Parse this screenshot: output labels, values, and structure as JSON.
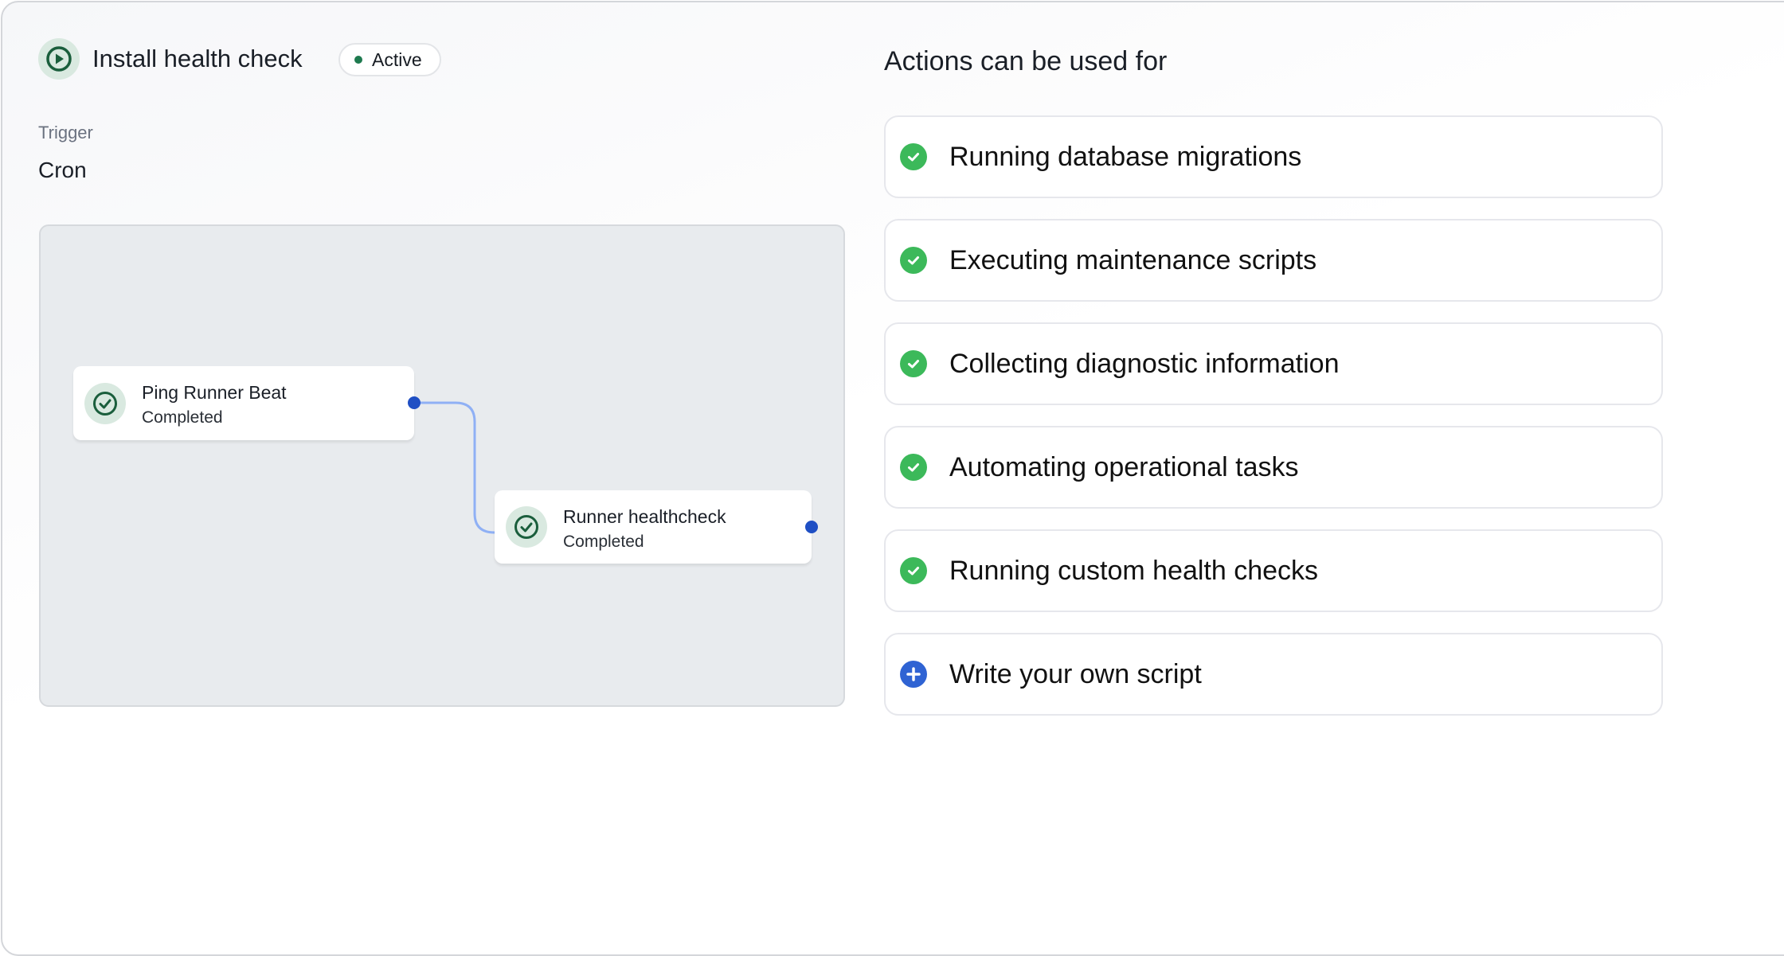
{
  "workflow": {
    "title": "Install health check",
    "status": "Active",
    "trigger_label": "Trigger",
    "trigger_value": "Cron",
    "nodes": [
      {
        "title": "Ping Runner Beat",
        "status": "Completed"
      },
      {
        "title": "Runner healthcheck",
        "status": "Completed"
      }
    ]
  },
  "actions": {
    "heading": "Actions can be used for",
    "items": [
      {
        "label": "Running database migrations",
        "icon": "check-circle-icon"
      },
      {
        "label": "Executing maintenance scripts",
        "icon": "check-circle-icon"
      },
      {
        "label": "Collecting diagnostic information",
        "icon": "check-circle-icon"
      },
      {
        "label": "Automating operational tasks",
        "icon": "check-circle-icon"
      },
      {
        "label": "Running custom health checks",
        "icon": "check-circle-icon"
      },
      {
        "label": "Write your own script",
        "icon": "plus-circle-icon"
      }
    ]
  },
  "colors": {
    "success": "#3cb95a",
    "accent": "#2f63d3",
    "active_dot": "#1e7a4f",
    "edge": "#8fb0f5"
  }
}
